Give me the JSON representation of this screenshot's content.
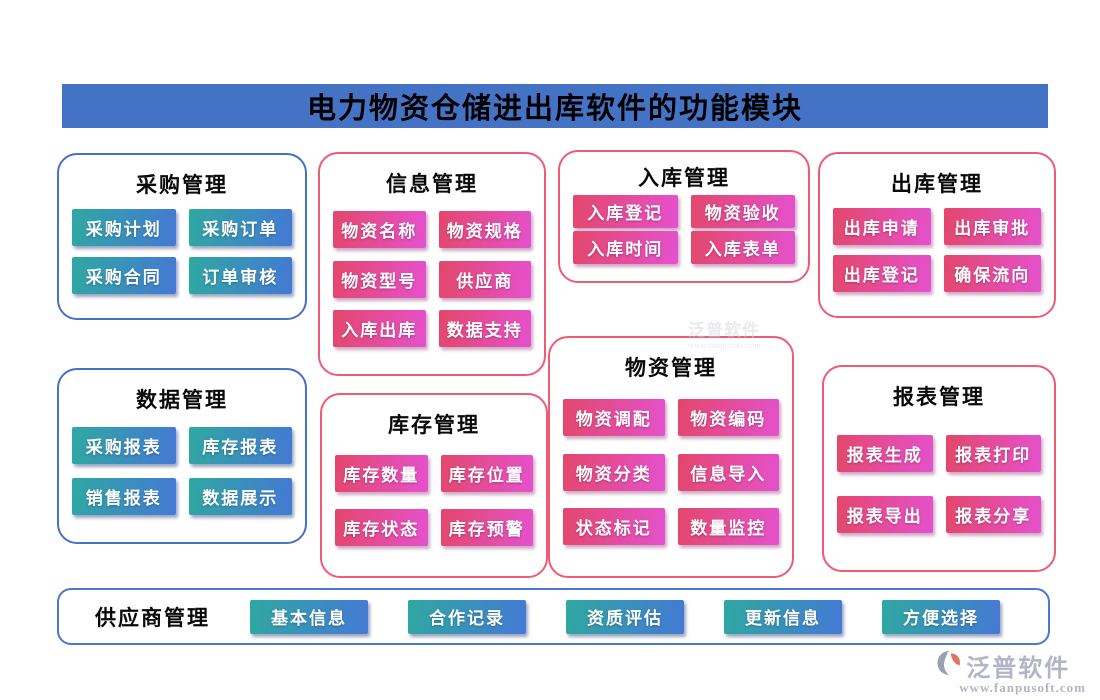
{
  "banner": {
    "title": "电力物资仓储进出库软件的功能模块"
  },
  "modules": [
    {
      "name": "采购管理",
      "theme": "blue",
      "items": [
        "采购计划",
        "采购订单",
        "采购合同",
        "订单审核"
      ]
    },
    {
      "name": "信息管理",
      "theme": "pink",
      "items": [
        "物资名称",
        "物资规格",
        "物资型号",
        "供应商",
        "入库出库",
        "数据支持"
      ]
    },
    {
      "name": "入库管理",
      "theme": "pink",
      "items": [
        "入库登记",
        "物资验收",
        "入库时间",
        "入库表单"
      ]
    },
    {
      "name": "出库管理",
      "theme": "pink",
      "items": [
        "出库申请",
        "出库审批",
        "出库登记",
        "确保流向"
      ]
    },
    {
      "name": "数据管理",
      "theme": "blue",
      "items": [
        "采购报表",
        "库存报表",
        "销售报表",
        "数据展示"
      ]
    },
    {
      "name": "库存管理",
      "theme": "pink",
      "items": [
        "库存数量",
        "库存位置",
        "库存状态",
        "库存预警"
      ]
    },
    {
      "name": "物资管理",
      "theme": "pink",
      "items": [
        "物资调配",
        "物资编码",
        "物资分类",
        "信息导入",
        "状态标记",
        "数量监控"
      ]
    },
    {
      "name": "报表管理",
      "theme": "pink",
      "items": [
        "报表生成",
        "报表打印",
        "报表导出",
        "报表分享"
      ]
    }
  ],
  "supplier": {
    "name": "供应商管理",
    "items": [
      "基本信息",
      "合作记录",
      "资质评估",
      "更新信息",
      "方便选择"
    ]
  },
  "watermark": {
    "brand": "泛普软件",
    "url": "www.fanpusoft.com"
  },
  "footer": {
    "brand": "泛普软件",
    "url": "www.fanpusoft.com"
  },
  "colors": {
    "banner_bg": "#4472c4",
    "blue_card_border": "#4472c4",
    "pink_card_border": "#ef5b75",
    "teal_button_gradient": [
      "#2fa8a2",
      "#4479d4"
    ],
    "pink_button_gradient": [
      "#e4476b",
      "#e551cd"
    ],
    "title_text": "#000000",
    "button_text": "#ffffff",
    "footer_text": "#b3b5c4",
    "logo_orange": "#e0745e",
    "logo_gray": "#9aa0af"
  }
}
